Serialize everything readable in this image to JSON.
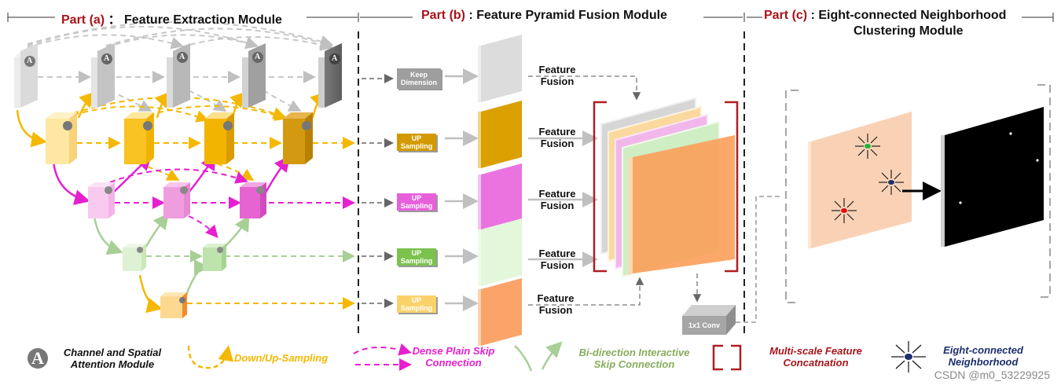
{
  "headers": {
    "a": {
      "part": "Part  (a)",
      "title": "：  Feature Extraction Module"
    },
    "b": {
      "part": "Part (b)",
      "title": ":  Feature Pyramid Fusion Module"
    },
    "c": {
      "part": "Part (c)",
      "title": ":  Eight-connected Neighborhood",
      "title2": "Clustering Module"
    }
  },
  "attention_glyph": "A",
  "chips": {
    "keep": "Keep Dimension",
    "up": "UP Sampling",
    "conv": "1x1 Conv"
  },
  "feature_fusion": "Feature Fusion",
  "legend": {
    "attention": "Channel and Spatial Attention Module",
    "sampling": "Down/Up-Sampling",
    "dense": "Dense Plain Skip Connection",
    "bidir": "Bi-direction Interactive Skip Connection",
    "concat": "Multi-scale Feature Concatnation",
    "eight": "Eight-connected Neighborhood"
  },
  "colors": {
    "gray": "#c8c8c8",
    "yellow": "#f5b800",
    "magenta": "#e655d8",
    "green": "#a8cf96",
    "orange": "#f7a15c",
    "red": "#a8141a",
    "legend_yellow": "#f5b800",
    "legend_magenta": "#e620d0",
    "legend_green": "#86ad5c",
    "legend_navy": "#1c2f6e"
  },
  "watermark": "CSDN @m0_53229925"
}
